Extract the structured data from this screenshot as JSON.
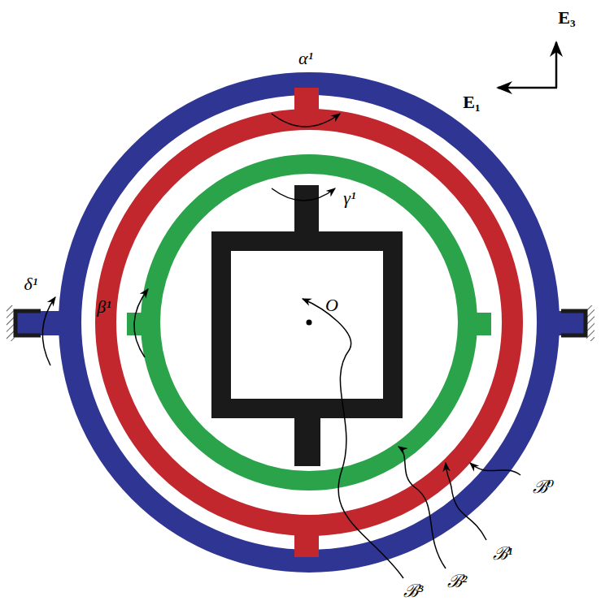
{
  "diagram": {
    "labels": [
      "E₃",
      "E₁",
      "α¹",
      "γ¹",
      "δ¹",
      "β¹",
      "O",
      "ℬ⁰",
      "ℬ¹",
      "ℬ²",
      "ℬ³"
    ]
  }
}
